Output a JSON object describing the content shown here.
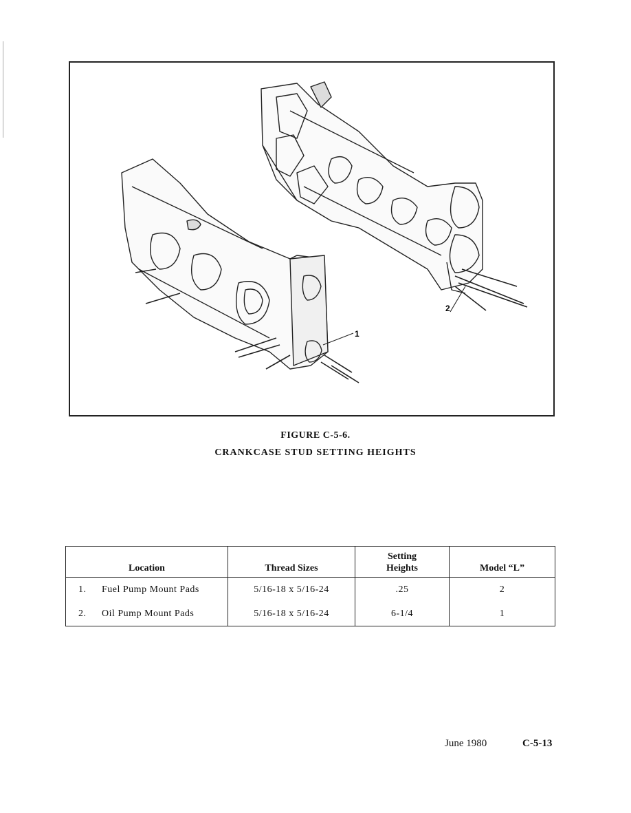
{
  "figure": {
    "number": "FIGURE C-5-6.",
    "title": "CRANKCASE STUD SETTING HEIGHTS",
    "callouts": [
      "1",
      "2"
    ]
  },
  "table": {
    "headers": {
      "location": "Location",
      "thread_sizes": "Thread Sizes",
      "setting_heights": [
        "Setting",
        "Heights"
      ],
      "model": "Model “L”"
    },
    "rows": [
      {
        "num": "1.",
        "location": "Fuel Pump Mount Pads",
        "thread_sizes": "5/16-18 x 5/16-24",
        "setting_heights": ".25",
        "model": "2"
      },
      {
        "num": "2.",
        "location": "Oil Pump Mount Pads",
        "thread_sizes": "5/16-18 x 5/16-24",
        "setting_heights": "6-1/4",
        "model": "1"
      }
    ]
  },
  "footer": {
    "date": "June 1980",
    "page": "C-5-13"
  }
}
